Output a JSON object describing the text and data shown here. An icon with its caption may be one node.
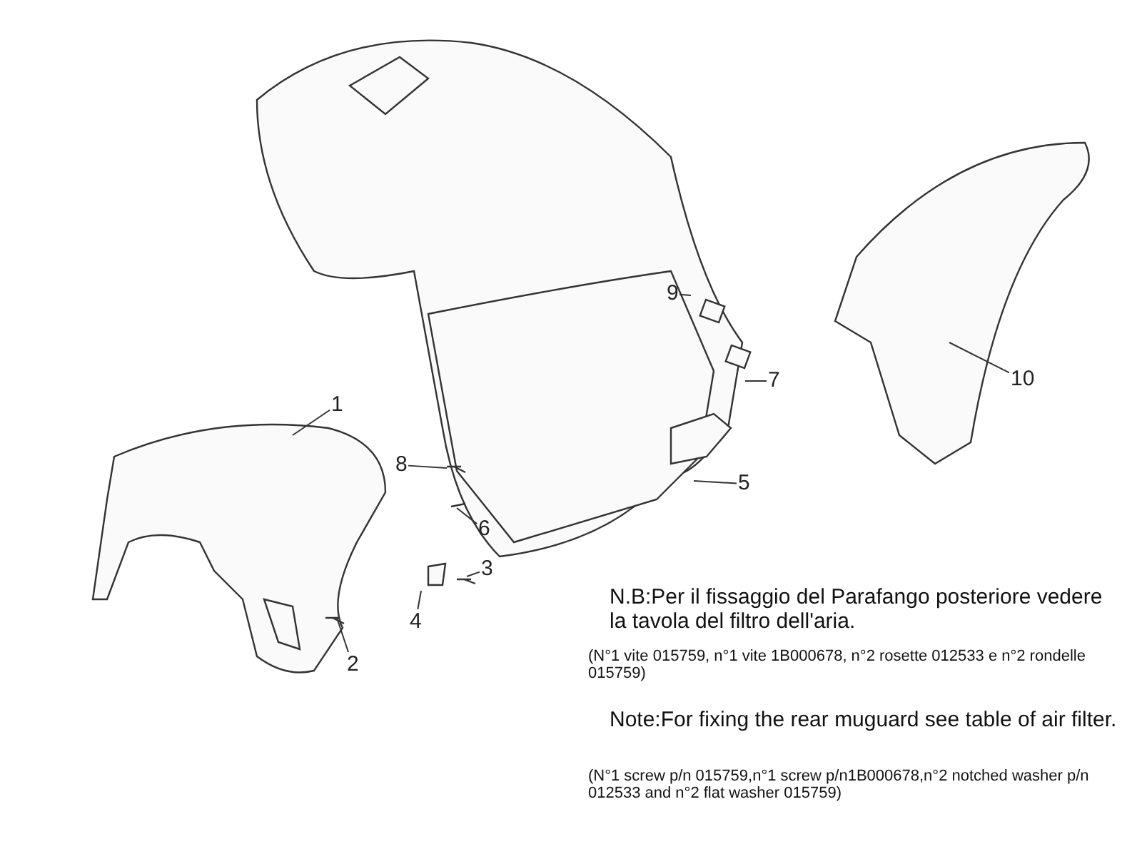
{
  "diagram": {
    "nodes": [
      {
        "text": [
          "1"
        ]
      },
      {
        "text": [
          "2"
        ]
      },
      {
        "text": [
          "3"
        ]
      },
      {
        "text": [
          "4"
        ]
      },
      {
        "text": [
          "5"
        ]
      },
      {
        "text": [
          "6"
        ]
      },
      {
        "text": [
          "7"
        ]
      },
      {
        "text": [
          "8"
        ]
      },
      {
        "text": [
          "9"
        ]
      },
      {
        "text": [
          "10"
        ]
      }
    ],
    "edges": [
      {
        "from": 0,
        "to": null,
        "arrow": "none"
      },
      {
        "from": 1,
        "to": null,
        "arrow": "none"
      },
      {
        "from": 2,
        "to": null,
        "arrow": "none"
      },
      {
        "from": 3,
        "to": null,
        "arrow": "none"
      },
      {
        "from": 4,
        "to": null,
        "arrow": "none"
      },
      {
        "from": 5,
        "to": null,
        "arrow": "none"
      },
      {
        "from": 6,
        "to": null,
        "arrow": "none"
      },
      {
        "from": 7,
        "to": null,
        "arrow": "none"
      },
      {
        "from": 8,
        "to": null,
        "arrow": "none"
      },
      {
        "from": 9,
        "to": null,
        "arrow": "none"
      }
    ],
    "labels": [
      "N.B:Per il fissaggio del Parafango posteriore vedere la tavola del filtro dell'aria.",
      "(N°1 vite 015759, n°1 vite 1B000678, n°2 rosette 012533 e n°2 rondelle 015759)",
      "Note:For fixing the rear muguard see table of air filter.",
      "(N°1 screw p/n 015759,n°1 screw p/n1B000678,n°2 notched washer p/n 012533 and n°2 flat washer 015759)"
    ]
  }
}
